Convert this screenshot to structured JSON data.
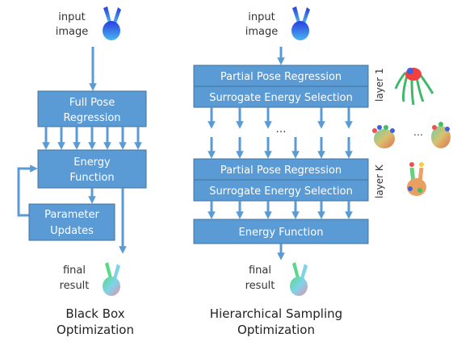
{
  "left": {
    "input_line1": "input",
    "input_line2": "image",
    "full_pose_line1": "Full Pose",
    "full_pose_line2": "Regression",
    "energy_line1": "Energy",
    "energy_line2": "Function",
    "param_line1": "Parameter",
    "param_line2": "Updates",
    "final_line1": "final",
    "final_line2": "result",
    "caption_line1": "Black Box",
    "caption_line2": "Optimization"
  },
  "right": {
    "input_line1": "input",
    "input_line2": "image",
    "partial_pose_1": "Partial Pose Regression",
    "surrogate_1": "Surrogate Energy Selection",
    "dots": "…",
    "partial_pose_k": "Partial Pose Regression",
    "surrogate_k": "Surrogate Energy Selection",
    "energy": "Energy Function",
    "layer_1": "layer 1",
    "layer_k": "layer K",
    "side_dots": "…",
    "final_line1": "final",
    "final_line2": "result",
    "caption_line1": "Hierarchical Sampling",
    "caption_line2": "Optimization"
  },
  "colors": {
    "box": "#5b9bd5",
    "box_border": "#41719c",
    "arrow": "#5b9bd5",
    "text": "#333333"
  }
}
